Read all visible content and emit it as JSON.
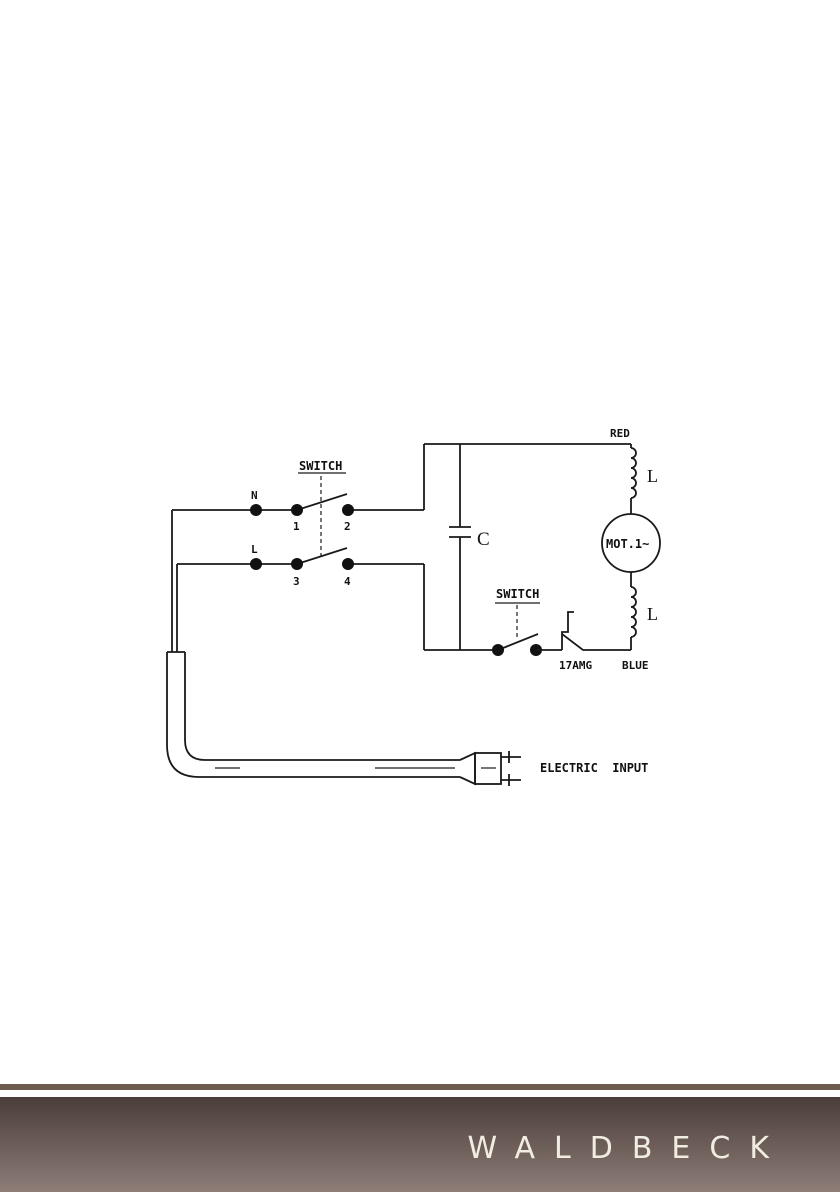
{
  "diagram": {
    "labels": {
      "switch_main": "SWITCH",
      "switch_secondary": "SWITCH",
      "neutral": "N",
      "line": "L",
      "terminal_1": "1",
      "terminal_2": "2",
      "terminal_3": "3",
      "terminal_4": "4",
      "capacitor": "C",
      "motor": "MOT.1~",
      "inductor_top": "L",
      "inductor_bottom": "L",
      "wire_red": "RED",
      "wire_blue": "BLUE",
      "thermal": "17AMG",
      "input": "ELECTRIC  INPUT"
    }
  },
  "footer": {
    "brand": "WALDBECK"
  }
}
